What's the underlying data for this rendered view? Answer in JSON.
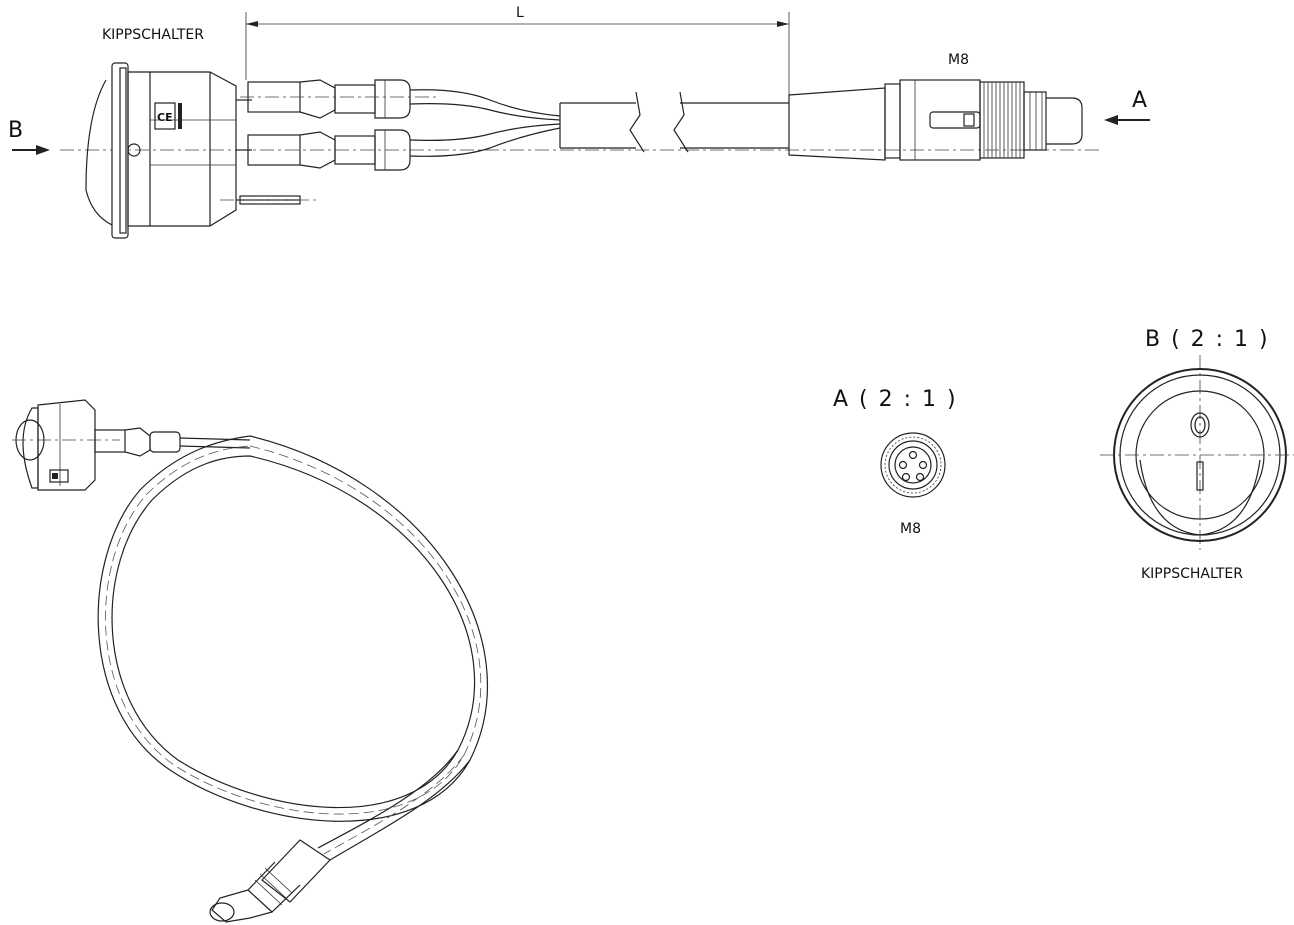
{
  "labels": {
    "switch_top": "KIPPSCHALTER",
    "connector_top": "M8",
    "dimension_length": "L",
    "view_arrow_a": "A",
    "view_arrow_b": "B",
    "detail_a_title": "A ( 2 : 1 )",
    "detail_a_caption": "M8",
    "detail_b_title": "B ( 2 : 1 )",
    "detail_b_caption": "KIPPSCHALTER"
  },
  "colors": {
    "line": "#222222",
    "background": "#ffffff"
  }
}
